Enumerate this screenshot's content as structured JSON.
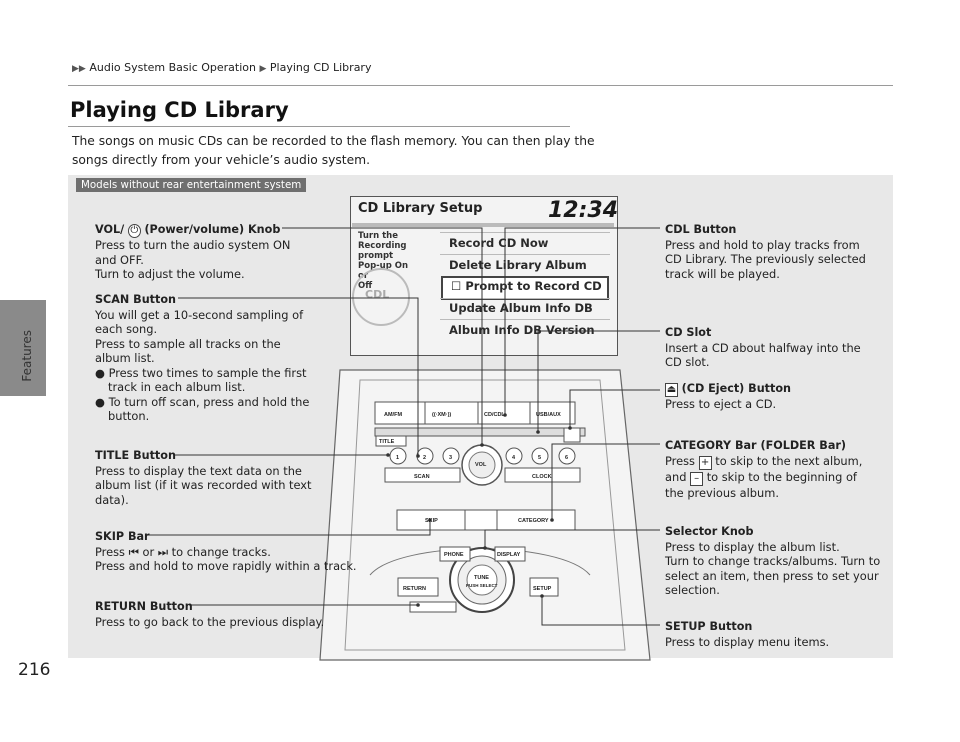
{
  "page": {
    "number": "216",
    "side_label": "Features",
    "breadcrumb": [
      "Audio System Basic Operation",
      "Playing CD Library"
    ],
    "title": "Playing CD Library",
    "intro": "The songs on music CDs can be recorded to the flash memory. You can then play the songs directly from your vehicle’s audio system.",
    "models_tag": "Models without rear entertainment system"
  },
  "screen": {
    "title": "CD Library Setup",
    "clock": "12:34",
    "side_note": [
      "Turn the",
      "Recording",
      "prompt",
      "Pop-up On or",
      "Off"
    ],
    "cdl_logo": "CDL",
    "menu": [
      "Record CD Now",
      "Delete Library Album",
      "Prompt to Record CD",
      "Update Album Info DB",
      "Album Info DB Version"
    ],
    "selected_index": 2,
    "checkbox": "☐"
  },
  "console_labels": {
    "am_fm": "AM/FM",
    "xm": "((·XM·))",
    "cd_cdl": "CD/CDL",
    "usb": "USB/AUX",
    "title": "TITLE",
    "scan": "SCAN",
    "clock": "CLOCK",
    "vol": "VOL",
    "skip": "SKIP",
    "category": "CATEGORY",
    "phone": "PHONE",
    "display": "DISPLAY",
    "tune": "TUNE",
    "push_select": "PUSH SELECT",
    "return": "RETURN",
    "setup": "SETUP",
    "presets": [
      "1",
      "2",
      "3",
      "4",
      "5",
      "6"
    ]
  },
  "callouts": {
    "vol_title": "VOL/",
    "vol_title_rest": "(Power/volume) Knob",
    "vol_lines": [
      "Press to turn the audio system ON",
      "and OFF.",
      "Turn to adjust the volume."
    ],
    "scan_title": "SCAN Button",
    "scan_lines": [
      "You will get a 10-second sampling of",
      "each song.",
      "Press to sample all tracks on the",
      "album list."
    ],
    "scan_bullets": [
      "Press two times to sample the first track in each album list.",
      "To turn off scan, press and hold the button."
    ],
    "title_title": "TITLE Button",
    "title_lines": [
      "Press to display the text data on the",
      "album list (if it was recorded with text",
      "data)."
    ],
    "skip_title": "SKIP Bar",
    "skip_line1_a": "Press",
    "skip_line1_b": "or",
    "skip_line1_c": "to change tracks.",
    "skip_line2": "Press and hold to move rapidly within a track.",
    "return_title": "RETURN Button",
    "return_line": "Press to go back to the previous display.",
    "cdl_title": "CDL Button",
    "cdl_lines": [
      "Press and hold to play tracks from",
      "CD Library. The previously selected",
      "track will be played."
    ],
    "slot_title": "CD Slot",
    "slot_lines": [
      "Insert a CD about halfway into the",
      "CD slot."
    ],
    "eject_title": "(CD Eject) Button",
    "eject_line": "Press to eject a CD.",
    "cat_title": "CATEGORY Bar (FOLDER Bar)",
    "cat_line1_a": "Press",
    "cat_plus": "+",
    "cat_line1_b": "to skip to the next album,",
    "cat_line2_a": "and",
    "cat_minus": "–",
    "cat_line2_b": "to skip to the beginning of",
    "cat_line3": "the previous album.",
    "sel_title": "Selector Knob",
    "sel_lines": [
      "Press to display the album list.",
      "Turn to change tracks/albums. Turn to",
      "select an item, then press to set your",
      "selection."
    ],
    "setup_title": "SETUP Button",
    "setup_line": "Press to display menu items."
  },
  "colors": {
    "panel": "#e8e8e8",
    "tab": "#8a8a8a",
    "tag": "#6f6f6f"
  }
}
